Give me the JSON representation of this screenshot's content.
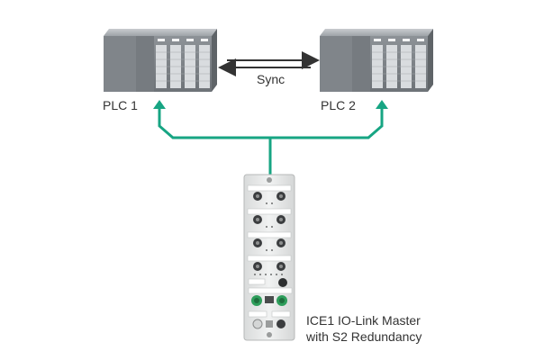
{
  "plc1": {
    "label": "PLC 1"
  },
  "plc2": {
    "label": "PLC 2"
  },
  "sync": {
    "label": "Sync"
  },
  "device": {
    "caption_line1": "ICE1 IO-Link Master",
    "caption_line2": "with S2 Redundancy"
  },
  "colors": {
    "link_green": "#17a583",
    "plc_dark": "#7d8287",
    "plc_light": "#aeb3b8",
    "device_body": "#e9eaea"
  }
}
